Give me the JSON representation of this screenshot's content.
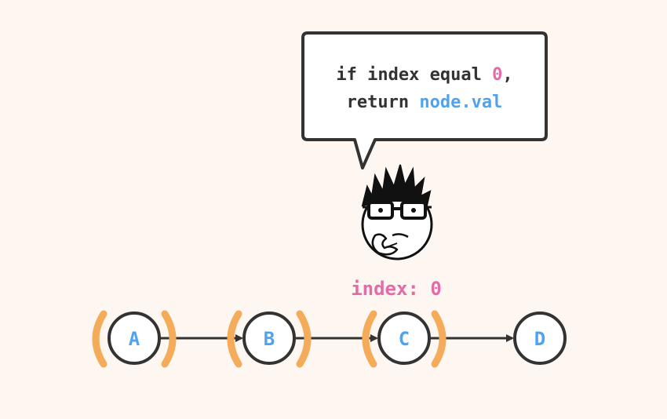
{
  "speech_bubble": {
    "line1_prefix": "if index equal ",
    "line1_value": "0",
    "line1_suffix": ",",
    "line2_prefix": "return ",
    "line2_value": "node.val"
  },
  "index_label": "index: 0",
  "nodes": [
    {
      "label": "A",
      "bracketed": true
    },
    {
      "label": "B",
      "bracketed": true
    },
    {
      "label": "C",
      "bracketed": true
    },
    {
      "label": "D",
      "bracketed": false
    }
  ],
  "colors": {
    "background": "#fdf6f1",
    "node_text": "#4fa3ee",
    "index_text": "#e56aa8",
    "bracket": "#f4ac5a",
    "stroke": "#333333"
  }
}
